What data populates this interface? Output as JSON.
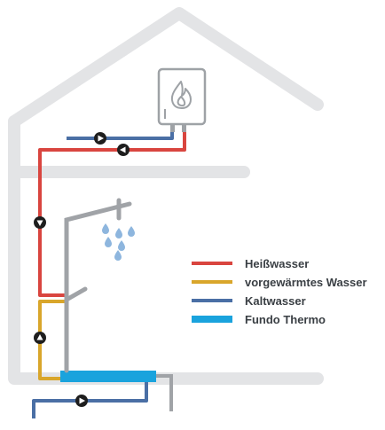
{
  "legend": [
    {
      "label": "Heißwasser",
      "color": "#d9453f",
      "key": "hot"
    },
    {
      "label": "vorgewärmtes Wasser",
      "color": "#d9a62b",
      "key": "preheated"
    },
    {
      "label": "Kaltwasser",
      "color": "#4a6fa5",
      "key": "cold"
    },
    {
      "label": "Fundo Thermo",
      "color": "#1aa3dd",
      "key": "fundo"
    }
  ],
  "colors": {
    "house": "#e3e4e6",
    "fixture": "#a0a3a7",
    "boiler": "#9ea2a6",
    "droplet": "#8eb6de",
    "pump": "#1e1e1e"
  },
  "icons": [
    "flame-icon",
    "pump-icon",
    "shower-icon",
    "water-drop-icon"
  ]
}
